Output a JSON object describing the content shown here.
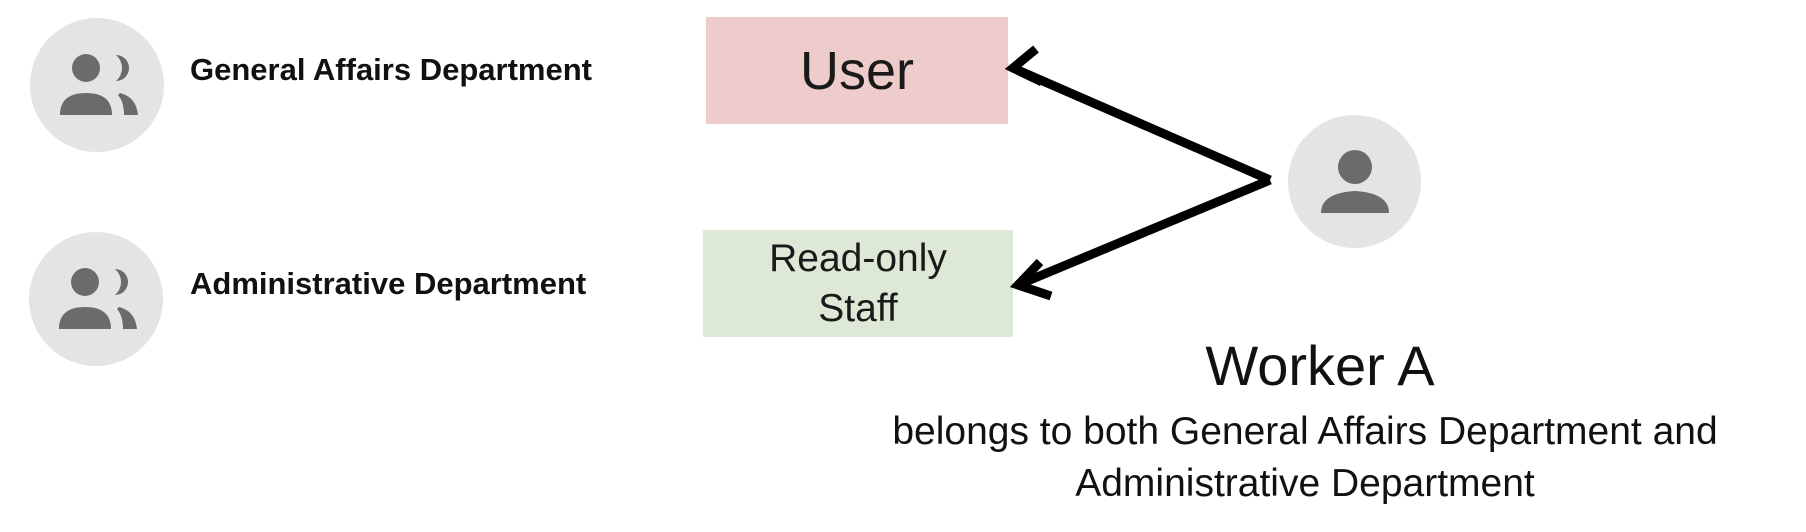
{
  "groups": [
    {
      "label": "General Affairs Department",
      "icon": "group-icon"
    },
    {
      "label": "Administrative Department",
      "icon": "group-icon"
    }
  ],
  "roles": {
    "user": {
      "label": "User",
      "color": "#efcccc"
    },
    "staff": {
      "label_line1": "Read-only",
      "label_line2": "Staff",
      "color": "#dde8d6"
    }
  },
  "worker": {
    "name": "Worker A",
    "icon": "person-icon",
    "description_line1": "belongs to both General Affairs Department and",
    "description_line2": "Administrative Department"
  },
  "colors": {
    "avatar_bg": "#e4e4e4",
    "avatar_fg": "#6b6b6b",
    "arrow": "#000000"
  }
}
